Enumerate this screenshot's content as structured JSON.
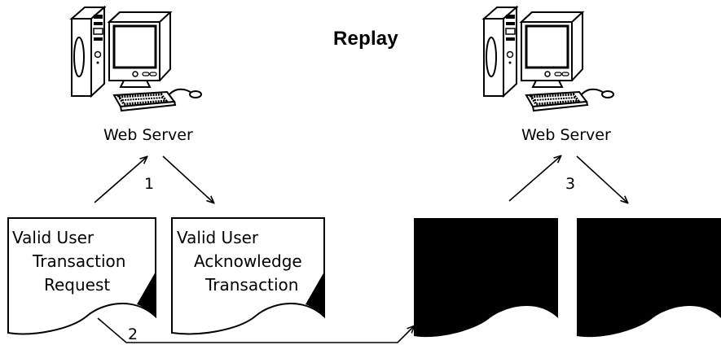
{
  "diagram": {
    "title": "Replay",
    "left_server": {
      "label": "Web Server"
    },
    "right_server": {
      "label": "Web Server"
    },
    "steps": [
      "1",
      "2",
      "3"
    ],
    "documents": {
      "request": {
        "line1": "Valid User",
        "line2": "Transaction",
        "line3": "Request"
      },
      "acknowledge": {
        "line1": "Valid User",
        "line2": "Acknowledge",
        "line3": "Transaction"
      }
    },
    "colors": {
      "ink": "#000000",
      "paper": "#ffffff"
    },
    "icons": [
      "computer-icon",
      "document-icon",
      "arrow-icon"
    ]
  }
}
